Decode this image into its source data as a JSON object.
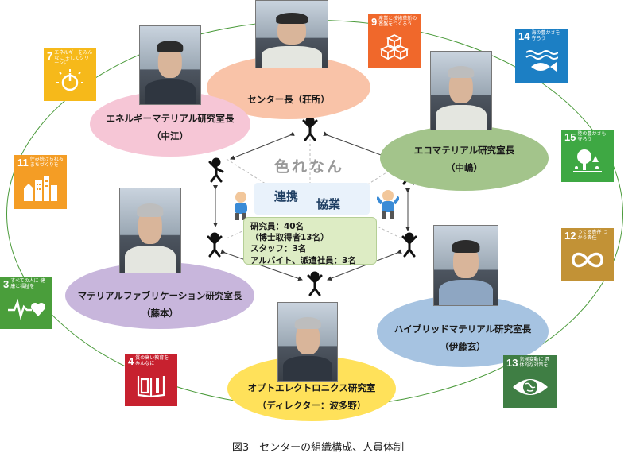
{
  "nodes": {
    "center_head": {
      "title": "センター長（荘所）"
    },
    "energy": {
      "title": "エネルギーマテリアル研究室長",
      "name": "（中江）"
    },
    "eco": {
      "title": "エコマテリアル研究室長",
      "name": "（中嶋）"
    },
    "fabrication": {
      "title": "マテリアルファブリケーション研究室長",
      "name": "（藤本）"
    },
    "hybrid": {
      "title": "ハイブリッドマテリアル研究室長",
      "name": "（伊藤玄）"
    },
    "opto": {
      "title": "オプトエレクトロニクス研究室",
      "name": "（ディレクター：波多野）"
    }
  },
  "hub": {
    "logo_text": "色れなん",
    "renkei": "連携",
    "kyogyo": "協業"
  },
  "staff": {
    "line1": "研究員：40名",
    "line2": "（博士取得者13名）",
    "line3": "スタッフ：3名",
    "line4": "アルバイト、派遣社員：3名"
  },
  "sdgs": [
    {
      "num": "7",
      "label": "エネルギーをみんなに そしてクリーンに",
      "color": "#f6b91a",
      "icon": "sun-power-icon"
    },
    {
      "num": "9",
      "label": "産業と技術革新の 基盤をつくろう",
      "color": "#f0682b",
      "icon": "cubes-icon"
    },
    {
      "num": "14",
      "label": "海の豊かさを 守ろう",
      "color": "#1c7fc4",
      "icon": "fish-icon"
    },
    {
      "num": "15",
      "label": "陸の豊かさも 守ろう",
      "color": "#3ea843",
      "icon": "tree-icon"
    },
    {
      "num": "11",
      "label": "住み続けられる まちづくりを",
      "color": "#f49d25",
      "icon": "city-icon"
    },
    {
      "num": "12",
      "label": "つくる責任 つかう責任",
      "color": "#c29236",
      "icon": "infinity-icon"
    },
    {
      "num": "3",
      "label": "すべての人に 健康と福祉を",
      "color": "#4a9e3b",
      "icon": "heartbeat-icon"
    },
    {
      "num": "4",
      "label": "質の高い教育を みんなに",
      "color": "#c7212f",
      "icon": "book-icon"
    },
    {
      "num": "13",
      "label": "気候変動に 具体的な対策を",
      "color": "#3f7e44",
      "icon": "eye-globe-icon"
    }
  ],
  "caption": "図3　センターの組織構成、人員体制",
  "colors": {
    "ring": "#4a9a3a",
    "orange": "#f9c3a8",
    "pink": "#f6c6d6",
    "green": "#a3c48b",
    "purple": "#c8b6dc",
    "blue": "#a6c3e1",
    "yellow": "#ffe15a"
  }
}
